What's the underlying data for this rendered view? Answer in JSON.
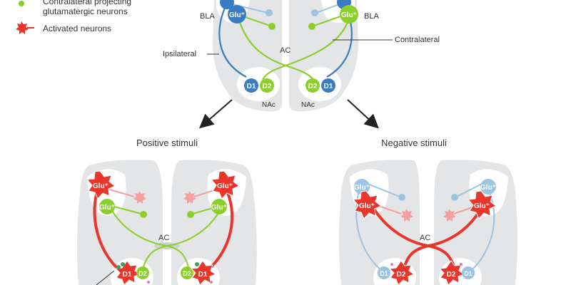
{
  "legend": {
    "partial_line": "Contralateral projecting",
    "line2": "glutamatergic neurons",
    "activated": "Activated neurons"
  },
  "top": {
    "bla": "BLA",
    "glu_left": "Glu⁺",
    "glu_right": "Glu⁺",
    "ac": "AC",
    "ipsilateral": "Ipsilateral",
    "contralateral": "Contralateral",
    "d1_left": "D1",
    "d2_left": "D2",
    "d2_right": "D2",
    "d1_right": "D1",
    "nac_left": "NAc",
    "nac_right": "NAc"
  },
  "positive": {
    "title": "Positive stimuli",
    "glu_red_left": "Glu⁺",
    "glu_red_right": "Glu⁺",
    "glu_green_left": "Glu⁺",
    "glu_green_right": "Glu⁺",
    "ac": "AC",
    "d1_left": "D1",
    "d2_left": "D2",
    "d2_right": "D2",
    "d1_right": "D1"
  },
  "negative": {
    "title": "Negative stimuli",
    "glu_blue_left": "Glu⁺",
    "glu_blue_right": "Glu⁺",
    "glu_red_left": "Glu⁺",
    "glu_red_right": "Glu⁺",
    "ac": "AC",
    "d1_left": "D1",
    "d2_left": "D2",
    "d2_right": "D2",
    "d1_right": "D1"
  },
  "colors": {
    "blue": "#3a7cc4",
    "green": "#8ccf2c",
    "red": "#e8362c",
    "light_blue": "#9cc4e0",
    "pink": "#f2a0a0",
    "gray_bg": "#e3e5e7"
  }
}
